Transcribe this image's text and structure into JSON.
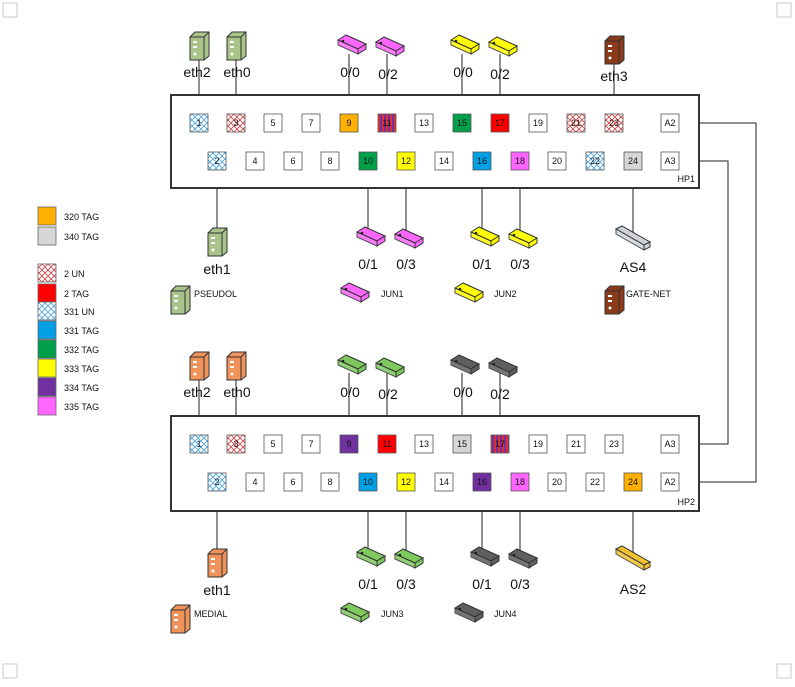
{
  "colors": {
    "cross_red": "#d04040",
    "hatch_blue": "#4aa3df",
    "blue": "#00a0e6",
    "green": "#00a04a",
    "yellow": "#ffff00",
    "purple": "#7030a0",
    "magenta": "#ff66ff",
    "red": "#ff0000",
    "orange": "#ffb000",
    "gray": "#d6d6d6",
    "server_green": "#a9c48a",
    "server_brown": "#8b3a1a",
    "server_orange": "#f0935a",
    "router_green": "#7dc95e",
    "router_gray": "#5f5f5f",
    "router_magenta": "#ff66ff",
    "router_yellow": "#ffff00"
  },
  "legend": [
    {
      "label": "320 TAG",
      "fill": "orange"
    },
    {
      "label": "340 TAG",
      "fill": "gray"
    },
    {
      "label": "2 UN",
      "fill": "cross_red"
    },
    {
      "label": "2 TAG",
      "fill": "red"
    },
    {
      "label": "331 UN",
      "fill": "hatch_blue"
    },
    {
      "label": "331 TAG",
      "fill": "blue"
    },
    {
      "label": "332 TAG",
      "fill": "green"
    },
    {
      "label": "333 TAG",
      "fill": "yellow"
    },
    {
      "label": "334 TAG",
      "fill": "purple"
    },
    {
      "label": "335 TAG",
      "fill": "magenta"
    }
  ],
  "switches": [
    {
      "name": "HP1",
      "ports": [
        {
          "n": "1",
          "fill": "hatch_blue"
        },
        {
          "n": "3",
          "fill": "cross_red"
        },
        {
          "n": "5",
          "fill": "white"
        },
        {
          "n": "7",
          "fill": "white"
        },
        {
          "n": "9",
          "fill": "orange"
        },
        {
          "n": "11",
          "fill": "stripe"
        },
        {
          "n": "13",
          "fill": "white"
        },
        {
          "n": "15",
          "fill": "green"
        },
        {
          "n": "17",
          "fill": "red"
        },
        {
          "n": "19",
          "fill": "white"
        },
        {
          "n": "21",
          "fill": "cross_red"
        },
        {
          "n": "23",
          "fill": "cross_red"
        },
        {
          "n": "A2",
          "fill": "white"
        },
        {
          "n": "2",
          "fill": "hatch_blue"
        },
        {
          "n": "4",
          "fill": "white"
        },
        {
          "n": "6",
          "fill": "white"
        },
        {
          "n": "8",
          "fill": "white"
        },
        {
          "n": "10",
          "fill": "green"
        },
        {
          "n": "12",
          "fill": "yellow"
        },
        {
          "n": "14",
          "fill": "white"
        },
        {
          "n": "16",
          "fill": "blue"
        },
        {
          "n": "18",
          "fill": "magenta"
        },
        {
          "n": "20",
          "fill": "white"
        },
        {
          "n": "22",
          "fill": "hatch_blue"
        },
        {
          "n": "24",
          "fill": "gray"
        },
        {
          "n": "A3",
          "fill": "white"
        }
      ]
    },
    {
      "name": "HP2",
      "ports": [
        {
          "n": "1",
          "fill": "hatch_blue"
        },
        {
          "n": "3",
          "fill": "cross_red"
        },
        {
          "n": "5",
          "fill": "white"
        },
        {
          "n": "7",
          "fill": "white"
        },
        {
          "n": "9",
          "fill": "purple"
        },
        {
          "n": "11",
          "fill": "red"
        },
        {
          "n": "13",
          "fill": "white"
        },
        {
          "n": "15",
          "fill": "gray"
        },
        {
          "n": "17",
          "fill": "stripe"
        },
        {
          "n": "19",
          "fill": "white"
        },
        {
          "n": "21",
          "fill": "white"
        },
        {
          "n": "23",
          "fill": "white"
        },
        {
          "n": "A3",
          "fill": "white"
        },
        {
          "n": "2",
          "fill": "hatch_blue"
        },
        {
          "n": "4",
          "fill": "white"
        },
        {
          "n": "6",
          "fill": "white"
        },
        {
          "n": "8",
          "fill": "white"
        },
        {
          "n": "10",
          "fill": "blue"
        },
        {
          "n": "12",
          "fill": "yellow"
        },
        {
          "n": "14",
          "fill": "white"
        },
        {
          "n": "16",
          "fill": "purple"
        },
        {
          "n": "18",
          "fill": "magenta"
        },
        {
          "n": "20",
          "fill": "white"
        },
        {
          "n": "22",
          "fill": "white"
        },
        {
          "n": "24",
          "fill": "orange"
        },
        {
          "n": "A2",
          "fill": "white"
        }
      ]
    }
  ],
  "top_labels_hp1": [
    "eth2",
    "eth0",
    "0/0",
    "0/2",
    "0/0",
    "0/2",
    "eth3"
  ],
  "bottom_labels_hp1": [
    "eth1",
    "0/1",
    "0/3",
    "0/1",
    "0/3",
    "AS4"
  ],
  "top_labels_hp2": [
    "eth2",
    "eth0",
    "0/0",
    "0/2",
    "0/0",
    "0/2"
  ],
  "bottom_labels_hp2": [
    "eth1",
    "0/1",
    "0/3",
    "0/1",
    "0/3",
    "AS2"
  ],
  "device_names_hp1": [
    "PSEUDOL",
    "JUN1",
    "JUN2",
    "GATE-NET"
  ],
  "device_names_hp2": [
    "MEDIAL",
    "JUN3",
    "JUN4"
  ]
}
